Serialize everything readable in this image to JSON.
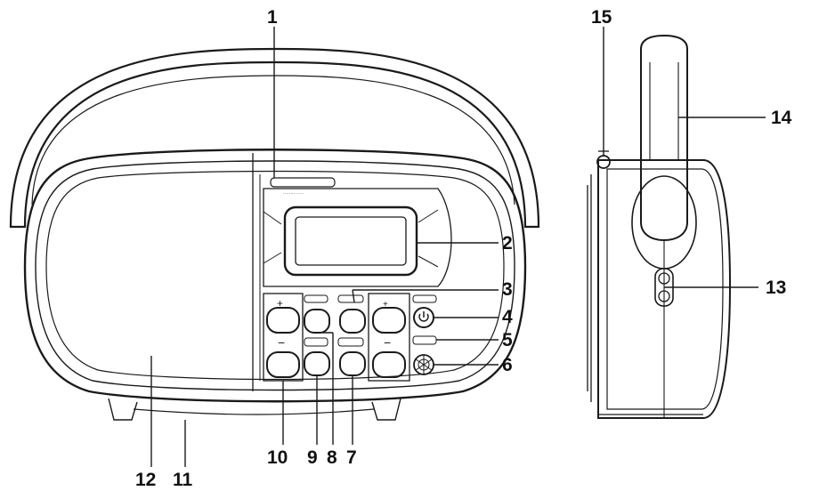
{
  "figure": {
    "colors": {
      "ink": "#1a1a1a",
      "background": "#ffffff"
    },
    "callouts": [
      {
        "id": "c1",
        "label": "1"
      },
      {
        "id": "c2",
        "label": "2"
      },
      {
        "id": "c3",
        "label": "3"
      },
      {
        "id": "c4",
        "label": "4"
      },
      {
        "id": "c5",
        "label": "5"
      },
      {
        "id": "c6",
        "label": "6"
      },
      {
        "id": "c7",
        "label": "7"
      },
      {
        "id": "c8",
        "label": "8"
      },
      {
        "id": "c9",
        "label": "9"
      },
      {
        "id": "c10",
        "label": "10"
      },
      {
        "id": "c11",
        "label": "11"
      },
      {
        "id": "c12",
        "label": "12"
      },
      {
        "id": "c13",
        "label": "13"
      },
      {
        "id": "c14",
        "label": "14"
      },
      {
        "id": "c15",
        "label": "15"
      }
    ],
    "icons": {
      "power": "power-icon",
      "speaker": "speaker-grille-icon",
      "plus": "plus-icon",
      "minus": "minus-icon"
    }
  }
}
